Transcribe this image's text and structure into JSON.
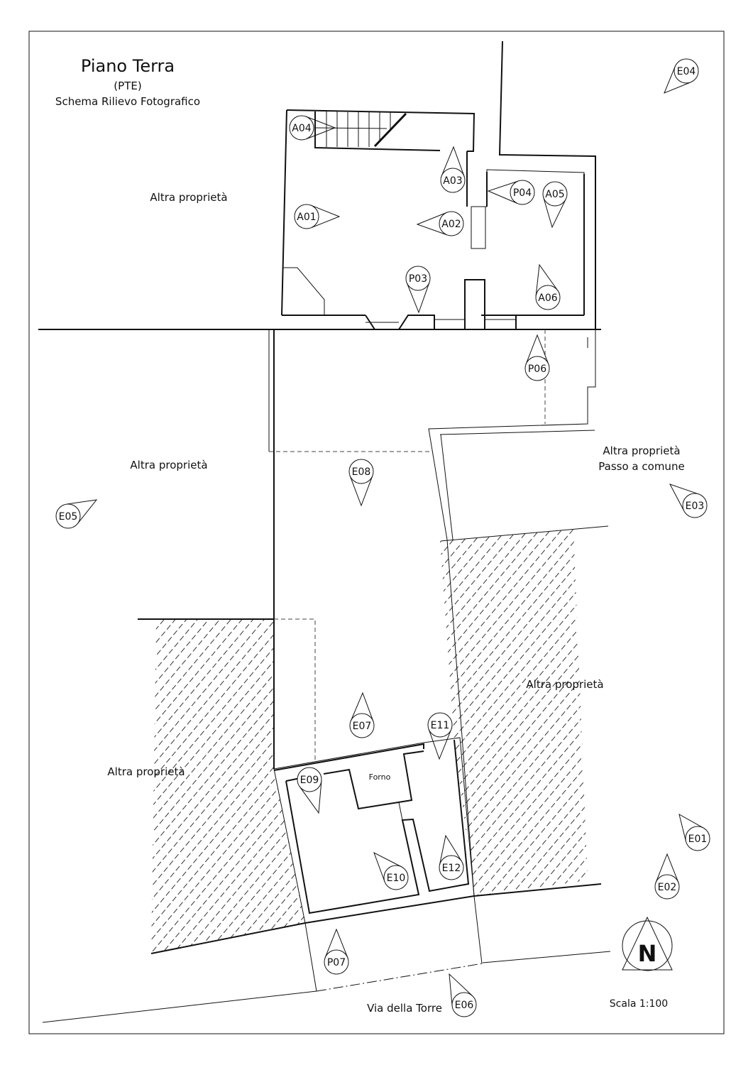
{
  "title": {
    "main": "Piano Terra",
    "code": "(PTE)",
    "subtitle": "Schema Rilievo Fotografico"
  },
  "labels": {
    "altra_nw": "Altra proprietà",
    "altra_w": "Altra proprietà",
    "altra_e_1": "Altra proprietà",
    "altra_e_2": "Passo a comune",
    "altra_se": "Altra proprietà",
    "altra_sw": "Altra proprietà",
    "forno": "Forno",
    "street": "Via della Torre",
    "scale": "Scala 1:100",
    "north": "N"
  },
  "markers": [
    "A01",
    "A02",
    "A03",
    "A04",
    "A05",
    "A06",
    "P03",
    "P04",
    "P06",
    "P07",
    "E01",
    "E02",
    "E03",
    "E04",
    "E05",
    "E06",
    "E07",
    "E08",
    "E09",
    "E10",
    "E11",
    "E12"
  ],
  "colors": {
    "line": "#111111",
    "background": "#ffffff"
  }
}
